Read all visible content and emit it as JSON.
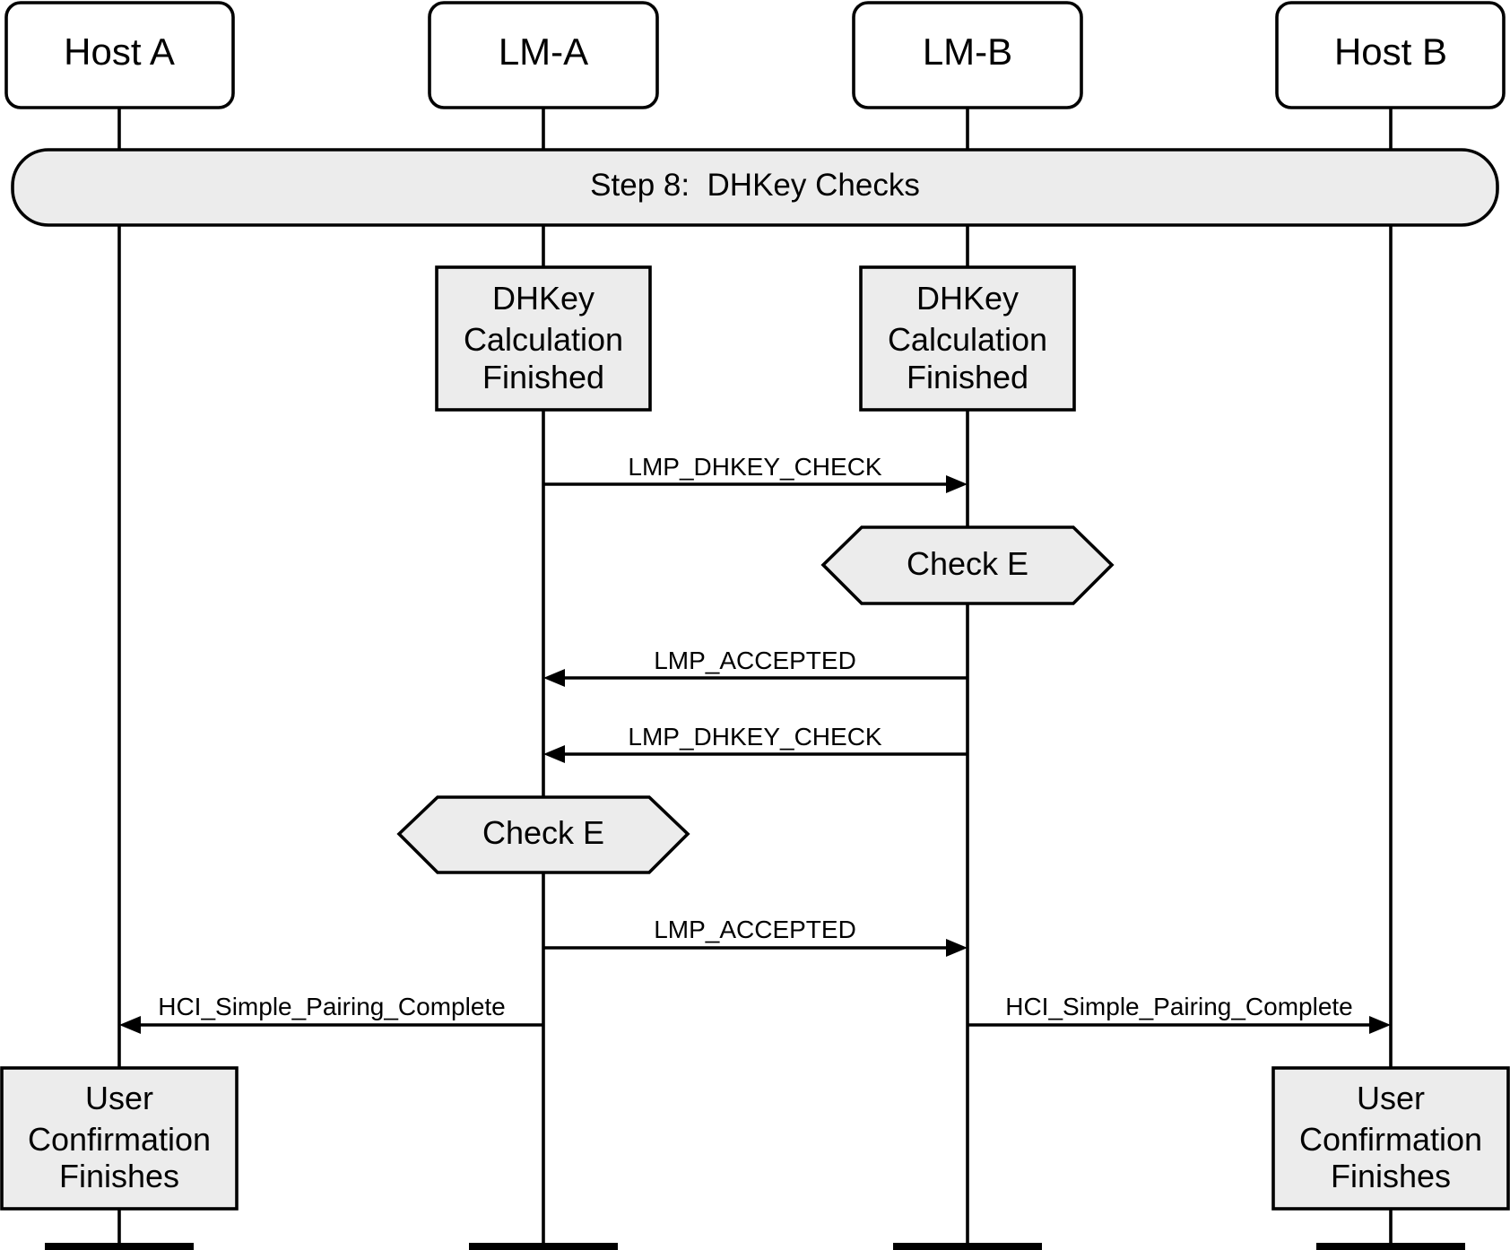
{
  "participants": [
    {
      "id": "host-a",
      "label": "Host A"
    },
    {
      "id": "lm-a",
      "label": "LM-A"
    },
    {
      "id": "lm-b",
      "label": "LM-B"
    },
    {
      "id": "host-b",
      "label": "Host B"
    }
  ],
  "step_banner": "Step 8:  DHKey Checks",
  "process_boxes": [
    {
      "on": "lm-a",
      "lines": [
        "DHKey",
        "Calculation",
        "Finished"
      ]
    },
    {
      "on": "lm-b",
      "lines": [
        "DHKey",
        "Calculation",
        "Finished"
      ]
    },
    {
      "on": "host-a",
      "lines": [
        "User",
        "Confirmation",
        "Finishes"
      ]
    },
    {
      "on": "host-b",
      "lines": [
        "User",
        "Confirmation",
        "Finishes"
      ]
    }
  ],
  "checks": [
    {
      "on": "lm-b",
      "label": "Check E"
    },
    {
      "on": "lm-a",
      "label": "Check E"
    }
  ],
  "messages": [
    {
      "from": "lm-a",
      "to": "lm-b",
      "label": "LMP_DHKEY_CHECK"
    },
    {
      "from": "lm-b",
      "to": "lm-a",
      "label": "LMP_ACCEPTED"
    },
    {
      "from": "lm-b",
      "to": "lm-a",
      "label": "LMP_DHKEY_CHECK"
    },
    {
      "from": "lm-a",
      "to": "lm-b",
      "label": "LMP_ACCEPTED"
    },
    {
      "from": "lm-a",
      "to": "host-a",
      "label": "HCI_Simple_Pairing_Complete"
    },
    {
      "from": "lm-b",
      "to": "host-b",
      "label": "HCI_Simple_Pairing_Complete"
    }
  ]
}
